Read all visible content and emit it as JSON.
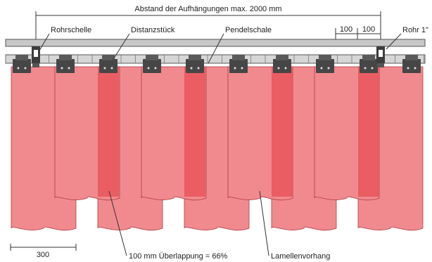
{
  "diagram": {
    "title": "Abstand der Aufhängungen max. 2000 mm",
    "labels": {
      "rohrschelle": "Rohrschelle",
      "distanzstueck": "Distanzstück",
      "pendelschale": "Pendelschale",
      "rohr": "Rohr 1\"",
      "spacing_1": "100",
      "spacing_2": "100",
      "strip_width": "300",
      "overlap": "100 mm Überlappung = 66%",
      "curtain": "Lamellenvorhang"
    },
    "colors": {
      "strip_light": "#f08a8e",
      "strip_dark": "#e8555c",
      "strip_edge": "#b23a40",
      "pipe": "#cfcfcf",
      "rail": "#9a9a9a",
      "clamp": "#3c3c3c",
      "line": "#333333"
    }
  }
}
